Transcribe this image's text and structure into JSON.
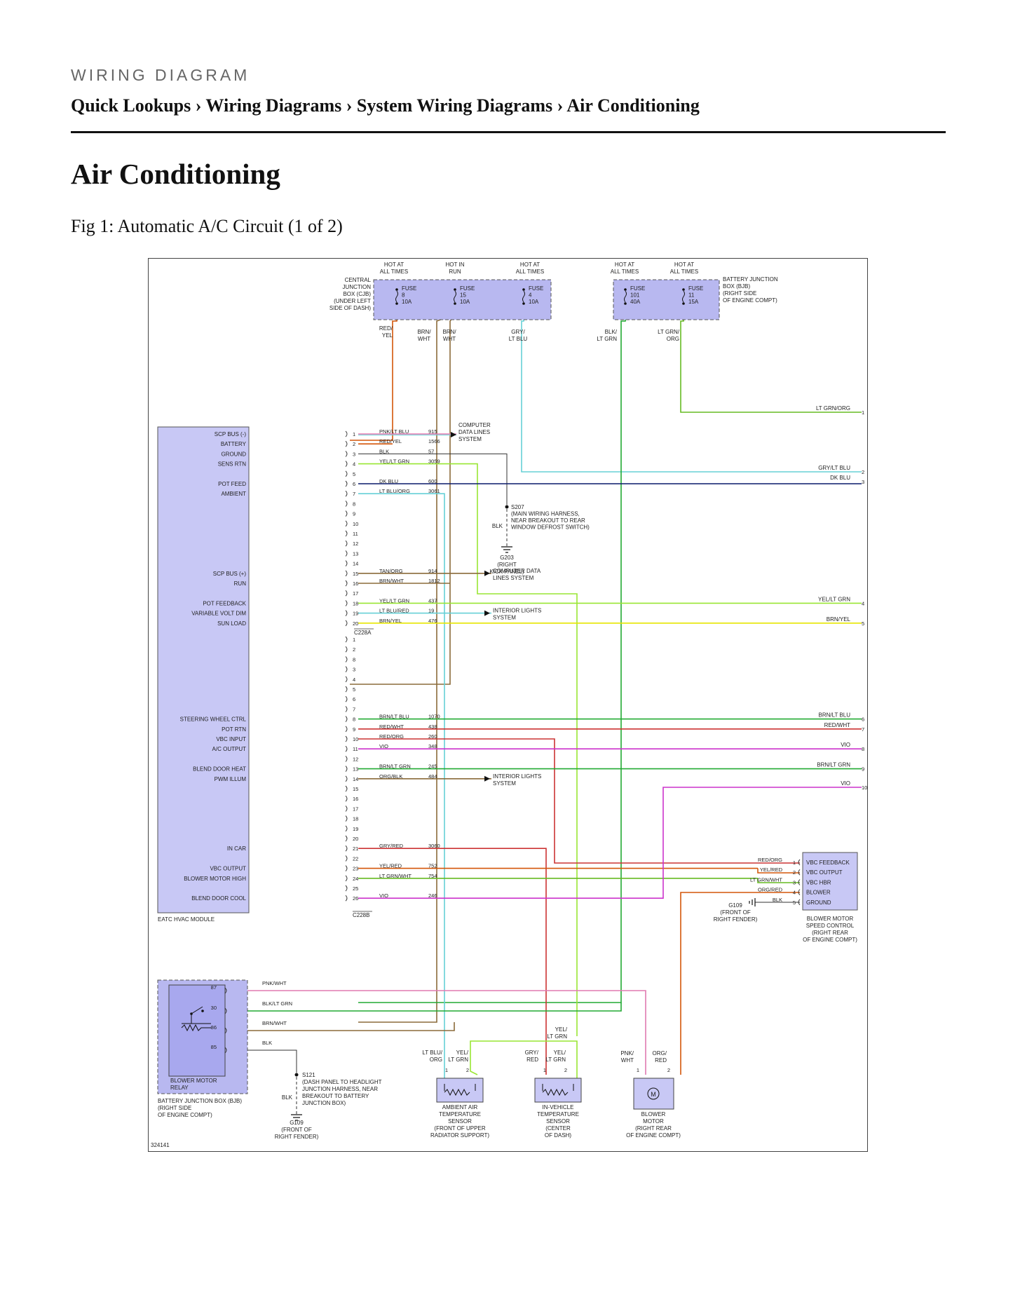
{
  "header": {
    "kicker": "WIRING DIAGRAM",
    "breadcrumb": "Quick Lookups › Wiring Diagrams › System Wiring Diagrams › Air Conditioning"
  },
  "page_title": "Air Conditioning",
  "figure_caption": "Fig 1: Automatic A/C Circuit (1 of 2)",
  "colors": {
    "module_fill": "#c8c8f5",
    "junction_fill": "#b8b8f0",
    "orange": "#d4560a",
    "brown": "#8b6b3a",
    "cyan": "#66d0d6",
    "green": "#22aa33",
    "ltgreen": "#66bb22",
    "yellow": "#e6e600",
    "yel_ltgrn": "#99e633",
    "navy": "#0a1a6a",
    "pink": "#e07ab0",
    "red": "#cc3333",
    "violet": "#cc33cc",
    "black": "#333333"
  },
  "diagram": {
    "figure_id": "324141",
    "top_labels": {
      "hot1": [
        "HOT AT",
        "ALL TIMES"
      ],
      "hot2": [
        "HOT IN",
        "RUN"
      ],
      "hot3": [
        "HOT AT",
        "ALL TIMES"
      ],
      "hot4": [
        "HOT AT",
        "ALL TIMES"
      ],
      "hot5": [
        "HOT AT",
        "ALL TIMES"
      ]
    },
    "cjb_label": [
      "CENTRAL",
      "JUNCTION",
      "BOX (CJB)",
      "(UNDER LEFT",
      "SIDE OF DASH)"
    ],
    "bjb_label": [
      "BATTERY JUNCTION",
      "BOX (BJB)",
      "(RIGHT SIDE",
      "OF ENGINE COMPT)"
    ],
    "fuses": [
      {
        "lines": [
          "FUSE",
          "8",
          "10A"
        ]
      },
      {
        "lines": [
          "FUSE",
          "15",
          "10A"
        ]
      },
      {
        "lines": [
          "FUSE",
          "4",
          "10A"
        ]
      },
      {
        "lines": [
          "FUSE",
          "101",
          "40A"
        ]
      },
      {
        "lines": [
          "FUSE",
          "11",
          "15A"
        ]
      }
    ],
    "fuse_wire_labels": [
      [
        "RED/",
        "YEL"
      ],
      [
        "BRN/",
        "WHT"
      ],
      [
        "BRN/",
        "WHT"
      ],
      [
        "GRY/",
        "LT BLU"
      ],
      [
        "BLK/",
        "LT GRN"
      ],
      [
        "LT GRN/",
        "ORG"
      ]
    ],
    "module_functions_a": [
      {
        "pin": "1",
        "func": "SCP BUS (-)",
        "color": "PNK/LT BLU",
        "circuit": "915"
      },
      {
        "pin": "2",
        "func": "BATTERY",
        "color": "RED/YEL",
        "circuit": "1566"
      },
      {
        "pin": "3",
        "func": "GROUND",
        "color": "BLK",
        "circuit": "57"
      },
      {
        "pin": "4",
        "func": "SENS RTN",
        "color": "YEL/LT GRN",
        "circuit": "3059"
      },
      {
        "pin": "5",
        "func": "",
        "color": "",
        "circuit": ""
      },
      {
        "pin": "6",
        "func": "POT FEED",
        "color": "DK BLU",
        "circuit": "600"
      },
      {
        "pin": "7",
        "func": "AMBIENT",
        "color": "LT BLU/ORG",
        "circuit": "3061"
      },
      {
        "pin": "8",
        "func": "",
        "color": "",
        "circuit": ""
      },
      {
        "pin": "9",
        "func": "",
        "color": "",
        "circuit": ""
      },
      {
        "pin": "10",
        "func": "",
        "color": "",
        "circuit": ""
      },
      {
        "pin": "11",
        "func": "",
        "color": "",
        "circuit": ""
      },
      {
        "pin": "12",
        "func": "",
        "color": "",
        "circuit": ""
      },
      {
        "pin": "13",
        "func": "",
        "color": "",
        "circuit": ""
      },
      {
        "pin": "14",
        "func": "",
        "color": "",
        "circuit": ""
      },
      {
        "pin": "15",
        "func": "SCP BUS (+)",
        "color": "TAN/ORG",
        "circuit": "914"
      },
      {
        "pin": "16",
        "func": "RUN",
        "color": "BRN/WHT",
        "circuit": "1812"
      },
      {
        "pin": "17",
        "func": "",
        "color": "",
        "circuit": ""
      },
      {
        "pin": "18",
        "func": "POT FEEDBACK",
        "color": "YEL/LT GRN",
        "circuit": "437"
      },
      {
        "pin": "19",
        "func": "VARIABLE VOLT DIM",
        "color": "LT BLU/RED",
        "circuit": "19"
      },
      {
        "pin": "20",
        "func": "SUN LOAD",
        "color": "BRN/YEL",
        "circuit": "476"
      }
    ],
    "module_functions_b": [
      {
        "pin": "1",
        "func": "",
        "color": "",
        "circuit": ""
      },
      {
        "pin": "2",
        "func": "",
        "color": "",
        "circuit": ""
      },
      {
        "pin": "8",
        "func": "",
        "color": "",
        "circuit": ""
      },
      {
        "pin": "3",
        "func": "",
        "color": "",
        "circuit": ""
      },
      {
        "pin": "4",
        "func": "",
        "color": "",
        "circuit": ""
      },
      {
        "pin": "5",
        "func": "",
        "color": "",
        "circuit": ""
      },
      {
        "pin": "6",
        "func": "",
        "color": "",
        "circuit": ""
      },
      {
        "pin": "7",
        "func": "",
        "color": "",
        "circuit": ""
      },
      {
        "pin": "8",
        "func": "STEERING WHEEL CTRL",
        "color": "BRN/LT BLU",
        "circuit": "1070"
      },
      {
        "pin": "9",
        "func": "POT RTN",
        "color": "RED/WHT",
        "circuit": "438"
      },
      {
        "pin": "10",
        "func": "VBC INPUT",
        "color": "RED/ORG",
        "circuit": "260"
      },
      {
        "pin": "11",
        "func": "A/C OUTPUT",
        "color": "VIO",
        "circuit": "348"
      },
      {
        "pin": "12",
        "func": "",
        "color": "",
        "circuit": ""
      },
      {
        "pin": "13",
        "func": "BLEND DOOR HEAT",
        "color": "BRN/LT GRN",
        "circuit": "245"
      },
      {
        "pin": "14",
        "func": "PWM ILLUM",
        "color": "ORG/BLK",
        "circuit": "484"
      },
      {
        "pin": "15",
        "func": "",
        "color": "",
        "circuit": ""
      },
      {
        "pin": "16",
        "func": "",
        "color": "",
        "circuit": ""
      },
      {
        "pin": "17",
        "func": "",
        "color": "",
        "circuit": ""
      },
      {
        "pin": "18",
        "func": "",
        "color": "",
        "circuit": ""
      },
      {
        "pin": "19",
        "func": "",
        "color": "",
        "circuit": ""
      },
      {
        "pin": "20",
        "func": "",
        "color": "",
        "circuit": ""
      },
      {
        "pin": "21",
        "func": "IN CAR",
        "color": "GRY/RED",
        "circuit": "3060"
      },
      {
        "pin": "22",
        "func": "",
        "color": "",
        "circuit": ""
      },
      {
        "pin": "23",
        "func": "VBC OUTPUT",
        "color": "YEL/RED",
        "circuit": "752"
      },
      {
        "pin": "24",
        "func": "BLOWER MOTOR HIGH",
        "color": "LT GRN/WHT",
        "circuit": "754"
      },
      {
        "pin": "25",
        "func": "",
        "color": "",
        "circuit": ""
      },
      {
        "pin": "26",
        "func": "BLEND DOOR COOL",
        "color": "VIO",
        "circuit": "246"
      }
    ],
    "connector_a": "C228A",
    "connector_b": "C228B",
    "module_name": "EATC HVAC MODULE",
    "dest_computer_data": [
      "COMPUTER",
      "DATA LINES",
      "SYSTEM"
    ],
    "dest_computer_data2": [
      "COMPUTER DATA",
      "LINES SYSTEM"
    ],
    "dest_interior_lights": [
      "INTERIOR LIGHTS",
      "SYSTEM"
    ],
    "dest_interior_lights2": [
      "INTERIOR LIGHTS",
      "SYSTEM"
    ],
    "s207": [
      "S207",
      "(MAIN WIRING HARNESS,",
      "NEAR BREAKOUT TO REAR",
      "WINDOW DEFROST SWITCH)"
    ],
    "s207_wire": "BLK",
    "g203": [
      "G203",
      "(RIGHT",
      "KICK PANEL)"
    ],
    "continuation_labels": [
      {
        "text": "LT GRN/ORG",
        "num": "1"
      },
      {
        "text": "GRY/LT BLU",
        "num": "2"
      },
      {
        "text": "DK BLU",
        "num": "3"
      },
      {
        "text": "YEL/LT GRN",
        "num": "4"
      },
      {
        "text": "BRN/YEL",
        "num": "5"
      },
      {
        "text": "BRN/LT BLU",
        "num": "6"
      },
      {
        "text": "RED/WHT",
        "num": "7"
      },
      {
        "text": "VIO",
        "num": "8"
      },
      {
        "text": "BRN/LT GRN",
        "num": "9"
      },
      {
        "text": "VIO",
        "num": "10"
      }
    ],
    "bmsc_pins": [
      {
        "pin": "1",
        "color": "RED/ORG",
        "func": "VBC FEEDBACK"
      },
      {
        "pin": "2",
        "color": "YEL/RED",
        "func": "VBC OUTPUT"
      },
      {
        "pin": "3",
        "color": "LT GRN/WHT",
        "func": "VBC HBR"
      },
      {
        "pin": "4",
        "color": "ORG/RED",
        "func": "BLOWER"
      },
      {
        "pin": "5",
        "color": "BLK",
        "func": "GROUND"
      }
    ],
    "bmsc_name": [
      "BLOWER MOTOR",
      "SPEED CONTROL",
      "(RIGHT REAR",
      "OF ENGINE COMPT)"
    ],
    "g109_top": [
      "G109",
      "(FRONT OF",
      "RIGHT FENDER)"
    ],
    "relay_pins": [
      {
        "pin": "87",
        "color": "PNK/WHT"
      },
      {
        "pin": "30",
        "color": "BLK/LT GRN"
      },
      {
        "pin": "86",
        "color": "BRN/WHT"
      },
      {
        "pin": "85",
        "color": "BLK"
      }
    ],
    "relay_name": [
      "BLOWER MOTOR",
      "RELAY"
    ],
    "relay_box": [
      "BATTERY JUNCTION BOX (BJB)",
      "(RIGHT SIDE",
      "OF ENGINE COMPT)"
    ],
    "s121": [
      "S121",
      "(DASH PANEL TO HEADLIGHT",
      "JUNCTION HARNESS, NEAR",
      "BREAKOUT TO BATTERY",
      "JUNCTION BOX)"
    ],
    "s121_wire": "BLK",
    "g109_bottom": [
      "G109",
      "(FRONT OF",
      "RIGHT FENDER)"
    ],
    "ambient_sensor": {
      "wires": [
        [
          "LT BLU/",
          "ORG"
        ],
        [
          "YEL/",
          "LT GRN"
        ]
      ],
      "name": [
        "AMBIENT AIR",
        "TEMPERATURE",
        "SENSOR",
        "(FRONT OF UPPER",
        "RADIATOR SUPPORT)"
      ]
    },
    "invehicle_sensor": {
      "wires": [
        [
          "GRY/",
          "RED"
        ],
        [
          "YEL/",
          "LT GRN"
        ]
      ],
      "name": [
        "IN-VEHICLE",
        "TEMPERATURE",
        "SENSOR",
        "(CENTER",
        "OF DASH)"
      ]
    },
    "blower_motor": {
      "wires": [
        [
          "PNK/",
          "WHT"
        ],
        [
          "ORG/",
          "RED"
        ]
      ],
      "name": [
        "BLOWER",
        "MOTOR",
        "(RIGHT REAR",
        "OF ENGINE COMPT)"
      ],
      "symbol": "M"
    },
    "pin_1": "1",
    "pin_2": "2"
  }
}
